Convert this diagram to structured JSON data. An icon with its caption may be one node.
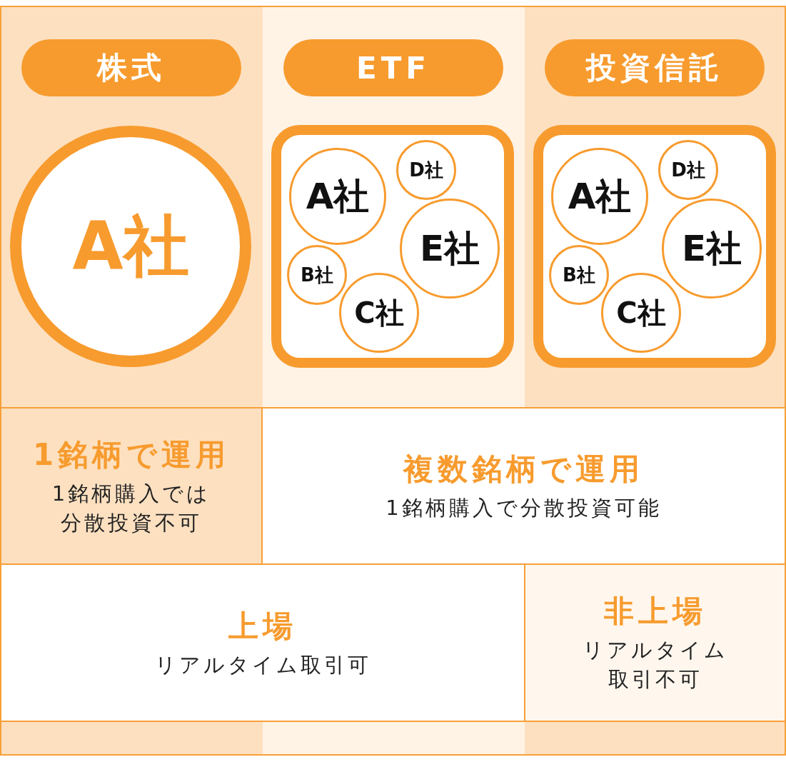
{
  "diagram": {
    "nodes": [
      {
        "text": [
          "株式"
        ]
      },
      {
        "text": [
          "ETF"
        ]
      },
      {
        "text": [
          "投資信託"
        ]
      },
      {
        "text": [
          "A社"
        ]
      },
      {
        "text": [],
        "shape": "box"
      },
      {
        "text": [
          "A社"
        ],
        "in": 4
      },
      {
        "text": [
          "D社"
        ],
        "in": 4
      },
      {
        "text": [
          "E社"
        ],
        "in": 4
      },
      {
        "text": [
          "B社"
        ],
        "in": 4
      },
      {
        "text": [
          "C社"
        ],
        "in": 4
      },
      {
        "text": [],
        "shape": "box"
      },
      {
        "text": [
          "A社"
        ],
        "in": 10
      },
      {
        "text": [
          "D社"
        ],
        "in": 10
      },
      {
        "text": [
          "E社"
        ],
        "in": 10
      },
      {
        "text": [
          "B社"
        ],
        "in": 10
      },
      {
        "text": [
          "C社"
        ],
        "in": 10
      },
      {
        "text": [
          "1銘柄で運用",
          "1銘柄購入では分散投資不可"
        ]
      },
      {
        "text": [
          "複数銘柄で運用",
          "1銘柄購入で分散投資可能"
        ]
      },
      {
        "text": [
          "上場",
          "リアルタイム取引可"
        ]
      },
      {
        "text": [
          "非上場",
          "リアルタイム取引不可"
        ]
      }
    ],
    "edges": []
  }
}
